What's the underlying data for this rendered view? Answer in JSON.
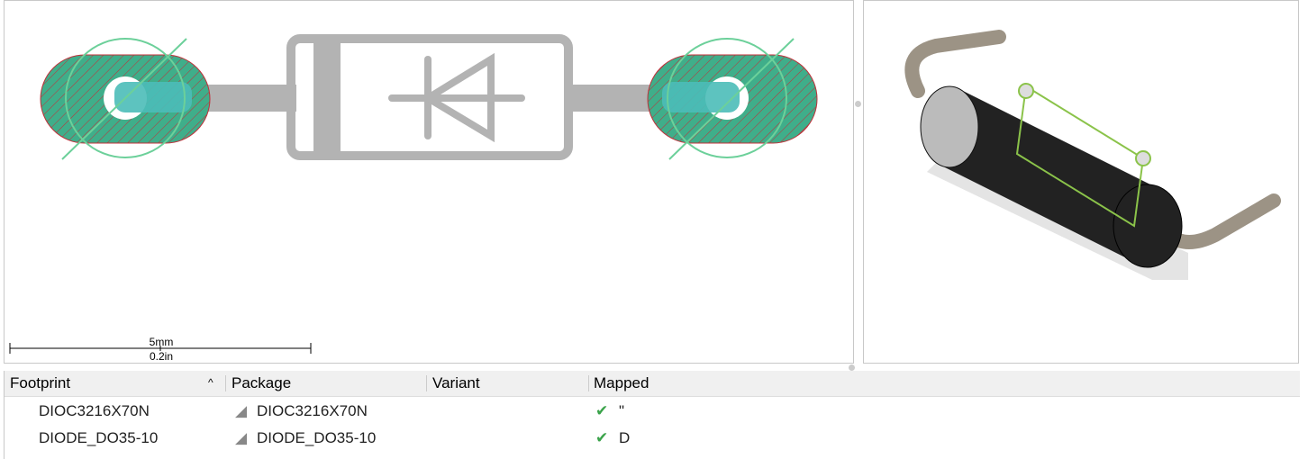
{
  "scale_bar": {
    "metric": "5mm",
    "imperial": "0.2in"
  },
  "table": {
    "columns": [
      {
        "label": "Footprint",
        "sort": "^"
      },
      {
        "label": "Package"
      },
      {
        "label": "Variant"
      },
      {
        "label": "Mapped"
      }
    ],
    "rows": [
      {
        "footprint": "DIOC3216X70N",
        "package": "DIOC3216X70N",
        "variant": "",
        "mapped": "\""
      },
      {
        "footprint": "DIODE_DO35-10",
        "package": "DIODE_DO35-10",
        "variant": "",
        "mapped": "D"
      }
    ]
  },
  "colors": {
    "check": "#3aa34a",
    "pad": "#3fae8a",
    "silk": "#b3b3b3"
  }
}
